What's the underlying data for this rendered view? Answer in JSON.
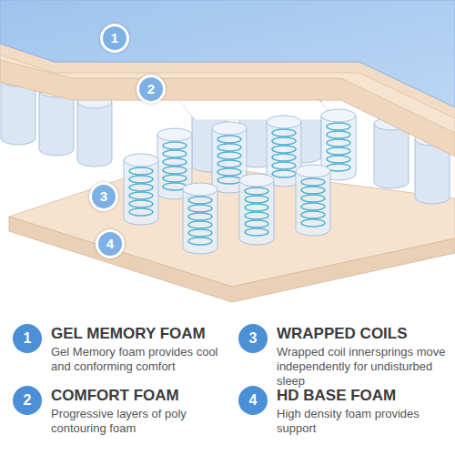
{
  "diagram": {
    "labels": [
      "1",
      "2",
      "3",
      "4",
      "1",
      "GEL MEMORY FOAM",
      "Gel Memory foam provides cool and conforming comfort",
      "3",
      "WRAPPED COILS",
      "Wrapped coil innersprings move independently for undisturbed sleep",
      "2",
      "COMFORT FOAM",
      "Progressive layers of poly contouring foam",
      "4",
      "HD BASE FOAM",
      "High density foam provides support"
    ]
  }
}
